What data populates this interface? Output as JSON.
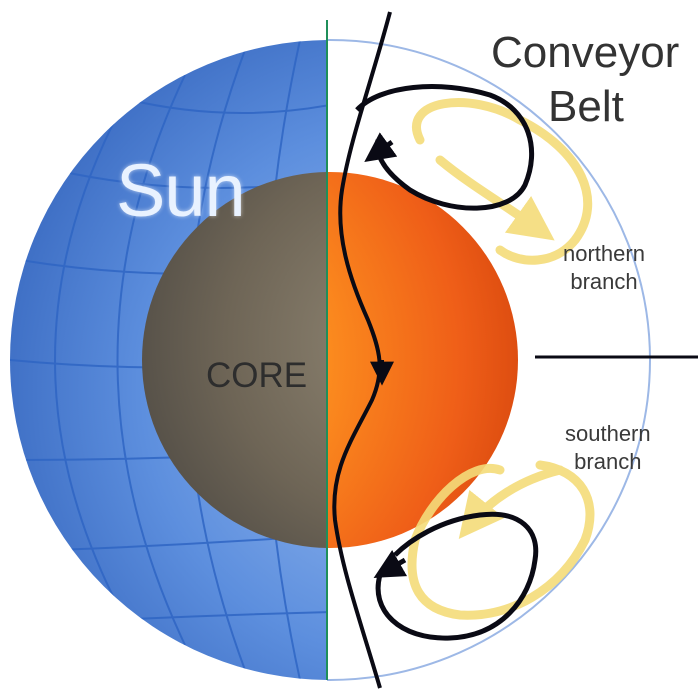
{
  "labels": {
    "sun": "Sun",
    "core": "CORE",
    "conveyor_line1": "Conveyor",
    "conveyor_line2": "Belt",
    "northern_line1": "northern",
    "northern_line2": "branch",
    "southern_line1": "southern",
    "southern_line2": "branch"
  },
  "colors": {
    "photosphere_blue": "#4d7fd1",
    "grid_line": "#2f66c4",
    "core_gray": "#6b6258",
    "core_orange": "#f06a1a",
    "core_yellow": "#ffe24a",
    "flow_yellow": "#f4dc7a",
    "loop_black": "#0a0a14",
    "outline": "#9db8e6"
  }
}
